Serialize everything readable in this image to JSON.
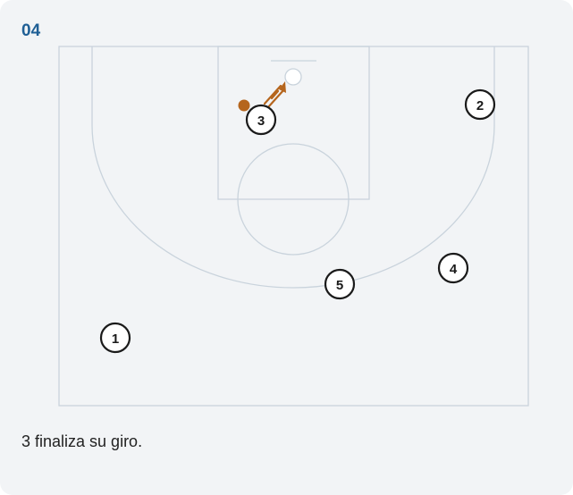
{
  "step_number": "04",
  "caption": "3 finaliza su giro.",
  "players": [
    {
      "label": "1"
    },
    {
      "label": "2"
    },
    {
      "label": "3"
    },
    {
      "label": "4"
    },
    {
      "label": "5"
    }
  ],
  "colors": {
    "accent": "#1f5f95",
    "court_lines": "#c9d3dc",
    "ball_and_shot": "#b5651d",
    "player_ring": "#1a1a1a",
    "background": "#f2f4f6"
  }
}
